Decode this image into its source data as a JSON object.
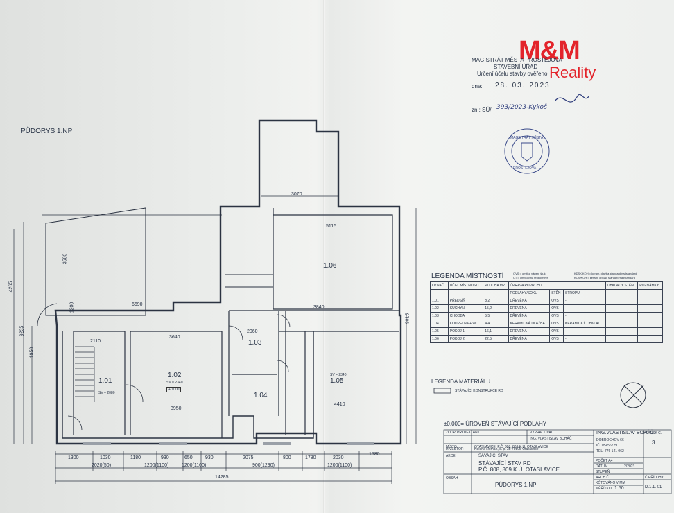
{
  "drawing": {
    "title": "PŮDORYS 1.NP",
    "rooms": [
      {
        "id": "1.01",
        "note": "SV = 2080"
      },
      {
        "id": "1.02",
        "note": "SV = 2340",
        "level": "+0,000"
      },
      {
        "id": "1.03",
        "note": ""
      },
      {
        "id": "1.04",
        "note": ""
      },
      {
        "id": "1.05",
        "note": "SV = 2340"
      },
      {
        "id": "1.06",
        "note": ""
      }
    ],
    "bottom_dims_row1": [
      "1300",
      "1030",
      "1180",
      "930",
      "650",
      "930",
      "2075",
      "800",
      "1780",
      "2030",
      "1580"
    ],
    "bottom_dims_row2": [
      "2020(50)",
      "1200(1100)",
      "1200(1100)",
      "900(1290)",
      "1200(1100)"
    ],
    "total_width": "14285",
    "dims_top": [
      "3070",
      "5115",
      "6690",
      "3640",
      "3840",
      "2110",
      "2060",
      "4410",
      "3950"
    ],
    "dims_side": [
      "4265",
      "9235",
      "9815",
      "3580",
      "1950",
      "1200"
    ]
  },
  "stamp": {
    "line1": "MAGISTRÁT MĚSTA PROSTĚJOVA",
    "line2": "STAVEBNÍ ÚŘAD",
    "line3": "Určení účelu stavby ověřeno",
    "date_label": "dne:",
    "date": "28. 03. 2023",
    "ref_label": "zn.: SÚ/",
    "ref": "393/2023-Kykoš",
    "seal_top": "MAGISTRÁT MĚSTA",
    "seal_bottom": "PROSTĚJOVA"
  },
  "logo": {
    "brand": "M&M",
    "sub": "Reality"
  },
  "legend_rooms": {
    "title": "LEGENDA MÍSTNOSTÍ",
    "notes": [
      "OVS = omítka vápen. štuk",
      "CT = omítkovina tenkovrstvá",
      "KDSK/KOH = keram. dlažba standard/nadstandard",
      "KOS/KOH = keram. obklad standard/nadstandard"
    ],
    "headers": [
      "OZNAČ.",
      "ÚČEL MÍSTNOSTI",
      "PLOCHA m2",
      "ÚPRAVA POVRCHU",
      "PODLAHY/SOKL",
      "STĚN",
      "STROPU",
      "OBKLADY STĚN",
      "POZNÁMKY"
    ],
    "rows": [
      [
        "1.01",
        "PŘEDSÍŇ",
        "8,2",
        "DŘEVĚNÁ",
        "OVS",
        "-"
      ],
      [
        "1.02",
        "KUCHYŇ",
        "15,2",
        "DŘEVĚNÁ",
        "OVS",
        "-"
      ],
      [
        "1.03",
        "CHODBA",
        "5,5",
        "DŘEVĚNÁ",
        "OVS",
        "-"
      ],
      [
        "1.04",
        "KOUPELNA + WC",
        "4,4",
        "KERAMICKÁ DLAŽBA",
        "OVS",
        "KERAMICKÝ OBKLAD"
      ],
      [
        "1.05",
        "POKOJ 1",
        "16,1",
        "DŘEVĚNÁ",
        "OVS",
        "-"
      ],
      [
        "1.06",
        "POKOJ 2",
        "22,5",
        "DŘEVĚNÁ",
        "OVS",
        "-"
      ]
    ]
  },
  "legend_material": {
    "title": "LEGENDA MATERIÁLU",
    "item": "STÁVAJÍCÍ KONSTRUKCE RD"
  },
  "level_note": "±0,000= ÚROVEŇ STÁVAJÍCÍ PODLAHY",
  "title_block": {
    "label_zodp": "ZODP. PROJEKTANT",
    "label_vypr": "VYPRACOVAL",
    "author": "ING. VLASTISLAV BOHÁČ",
    "label_misto": "MÍSTO",
    "misto": "OTASLAVICE, P.Č. 808, 809 K.Ú. OTASLAVICE",
    "label_investor": "INVESTOR",
    "investor": "Helena Roman, č. p. 35 79805 Otaslavice",
    "label_akce": "AKCE",
    "akce1": "SÁVAJÍCÍ STAV",
    "akce2": "STÁVAJÍCÍ STAV RD",
    "akce3": "P.Č. 808, 809 K.Ú. OTASLAVICE",
    "label_obsah": "OBSAH",
    "obsah": "PŮDORYS 1.NP",
    "company": "ING.VLASTISLAV BOHÁČ",
    "addr1": "DOBROCHOV 66",
    "addr2": "IČ: 05456729",
    "phone": "TEL: 776 141 062",
    "fields": [
      "POČET A4",
      "DATUM",
      "STUPEŇ",
      "ARCH.Č.",
      "KÓTOVÁNO V MM"
    ],
    "datum": "2/2023",
    "scale_label": "MĚŘÍTKO",
    "scale": "1:50",
    "attach_label": "Č.PŘÍLOHY",
    "attach": "D.1.1. 01",
    "sheet_label": "VYTISK Č.",
    "sheet": "3"
  }
}
